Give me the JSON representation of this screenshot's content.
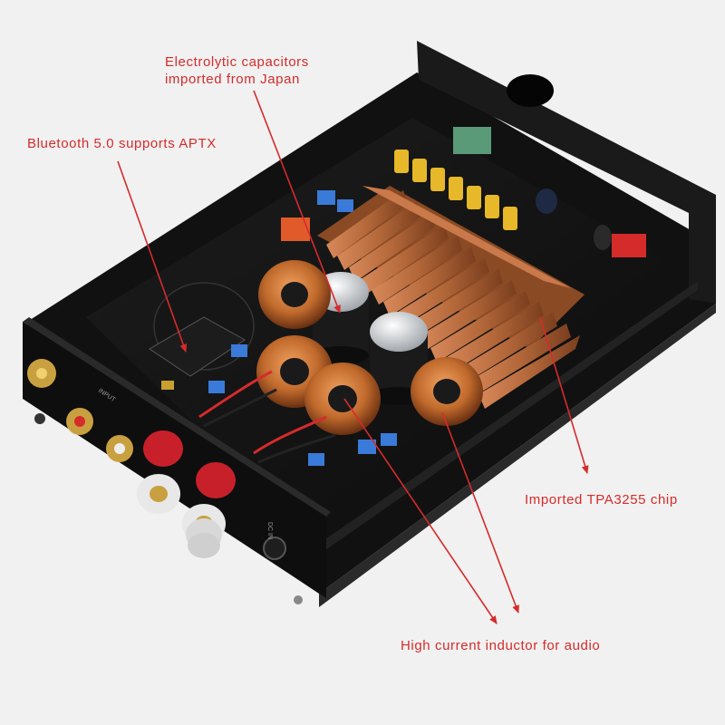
{
  "callouts": {
    "capacitors": "Electrolytic capacitors\nimported from Japan",
    "bluetooth": "Bluetooth 5.0 supports APTX",
    "chip": "Imported TPA3255 chip",
    "inductor": "High current inductor for audio"
  },
  "panel": {
    "input_label": "INPUT",
    "dc_label": "DC IN"
  },
  "colors": {
    "background": "#f1f1f1",
    "annotation": "#d62b2b",
    "chassis": "#141414",
    "heatsink": "#b4683a",
    "copper_coil": "#c06a2c"
  }
}
